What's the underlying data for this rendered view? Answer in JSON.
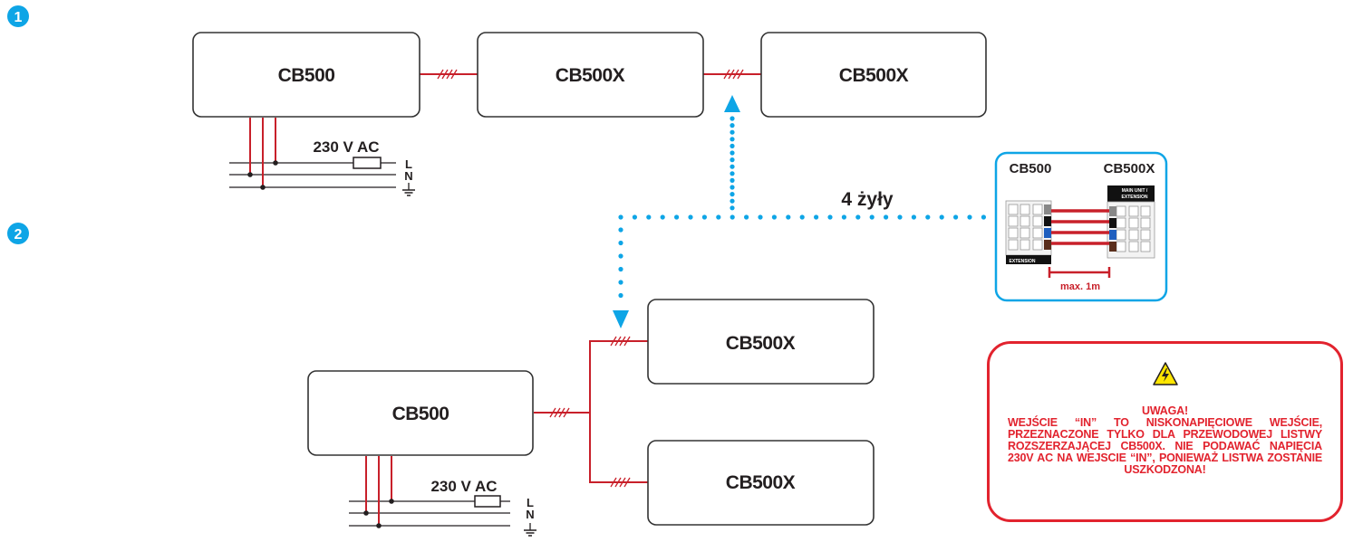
{
  "colors": {
    "wire_red": "#c8202a",
    "accent_blue": "#0ea5e6",
    "warning_red": "#e2232e",
    "box_stroke": "#333333",
    "text_dark": "#231f20"
  },
  "steps": [
    {
      "number": "1"
    },
    {
      "number": "2"
    }
  ],
  "diagram1": {
    "main_unit": "CB500",
    "extension_1": "CB500X",
    "extension_2": "CB500X",
    "supply_label": "230 V AC",
    "line_labels": {
      "L": "L",
      "N": "N"
    }
  },
  "diagram2": {
    "main_unit": "CB500",
    "extension_top": "CB500X",
    "extension_bottom": "CB500X",
    "supply_label": "230 V AC",
    "line_labels": {
      "L": "L",
      "N": "N"
    }
  },
  "connector_detail": {
    "wires_label": "4 żyły",
    "left_title": "CB500",
    "right_title": "CB500X",
    "left_connector_label": "EXTENSION",
    "right_connector_label_1": "MAIN UNIT /",
    "right_connector_label_2": "EXTENSION",
    "max_length": "max. 1m"
  },
  "warning": {
    "icon": "high-voltage-warning-icon",
    "title": "UWAGA!",
    "body": "WEJŚCIE “IN” TO NISKONAPIĘCIOWE WEJŚCIE, PRZEZNACZONE TYLKO DLA PRZEWODOWEJ LISTWY ROZSZERZAJĄCEJ CB500X. NIE PODAWAĆ NAPIĘCIA 230V AC NA WEJSCIE “IN”, PONIEWAŻ LISTWA ZOSTANIE USZKODZONA!"
  }
}
